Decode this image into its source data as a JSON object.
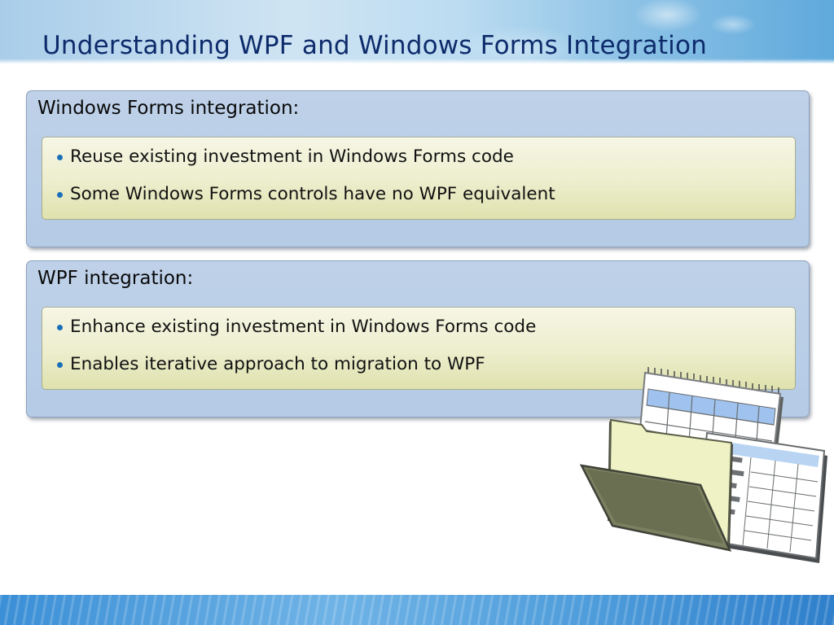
{
  "slide": {
    "title": "Understanding WPF and Windows Forms Integration"
  },
  "panels": [
    {
      "heading": "Windows Forms integration:",
      "bullets": [
        "Reuse existing investment in Windows Forms code",
        "Some Windows Forms controls have no WPF equivalent"
      ]
    },
    {
      "heading": "WPF integration:",
      "bullets": [
        "Enhance existing investment in Windows Forms code",
        "Enables iterative approach to migration to WPF"
      ]
    }
  ],
  "illustration": {
    "icons": [
      "folder-icon",
      "spreadsheet-icon",
      "data-form-icon"
    ]
  },
  "colors": {
    "title_text": "#0d2b6b",
    "panel_fill": "#b5cbe6",
    "bullet_box_fill": "#eceecd",
    "bullet_dot": "#1a70b8"
  }
}
